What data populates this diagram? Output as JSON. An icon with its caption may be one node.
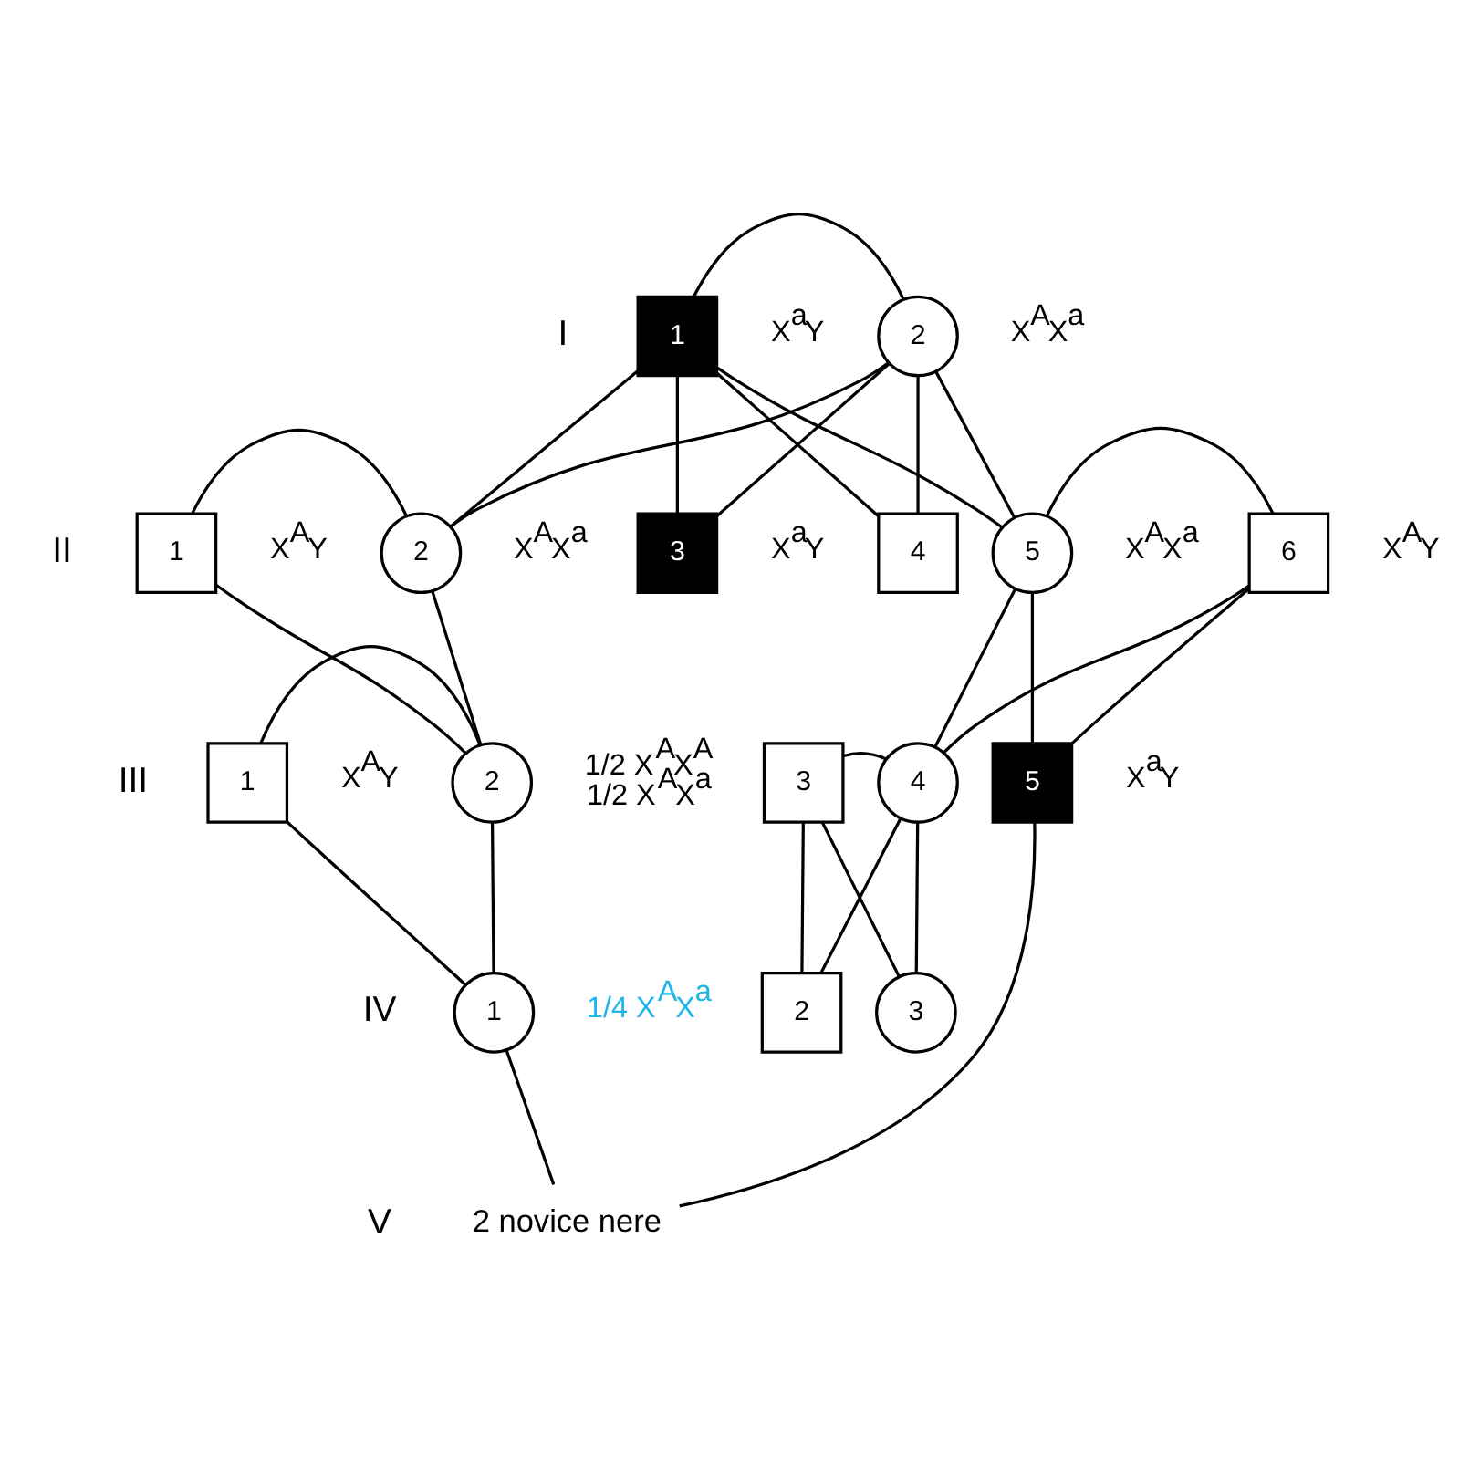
{
  "diagram": {
    "nodes": [
      {
        "text": [
          "1"
        ],
        "beside": [
          "X$^{a}$Y"
        ]
      },
      {
        "text": [
          "2"
        ],
        "beside": [
          "X$^{A}$X$^{a}$"
        ]
      },
      {
        "text": [
          "1"
        ],
        "beside": [
          "X$^{A}$Y"
        ]
      },
      {
        "text": [
          "2"
        ],
        "beside": [
          "X$^{A}$X$^{a}$"
        ]
      },
      {
        "text": [
          "3"
        ],
        "beside": [
          "X$^{a}$Y"
        ]
      },
      {
        "text": [
          "4"
        ]
      },
      {
        "text": [
          "5"
        ],
        "beside": [
          "X$^{A}$X$^{a}$"
        ]
      },
      {
        "text": [
          "6"
        ],
        "beside": [
          "X$^{A}$Y"
        ]
      },
      {
        "text": [
          "1"
        ],
        "beside": [
          "X$^{A}$Y"
        ]
      },
      {
        "text": [
          "2"
        ],
        "beside": [
          "1/2 X$^{A}$X$^{A}$",
          "1/2 X$^{A}$X$^{a}$"
        ]
      },
      {
        "text": [
          "3"
        ]
      },
      {
        "text": [
          "4"
        ]
      },
      {
        "text": [
          "5"
        ],
        "beside": [
          "X$^{a}$Y"
        ]
      },
      {
        "text": [
          "1"
        ],
        "beside": [
          "1/4 X$^{A}$X$^{a}$"
        ]
      },
      {
        "text": [
          "2"
        ]
      },
      {
        "text": [
          "3"
        ]
      },
      {
        "text": [
          "2 novice nere"
        ]
      }
    ],
    "edges": [
      {
        "from": 0,
        "to": 1,
        "arrow": "none"
      },
      {
        "from": 0,
        "to": 3,
        "arrow": "none"
      },
      {
        "from": 1,
        "to": 3,
        "arrow": "none"
      },
      {
        "from": 0,
        "to": 4,
        "arrow": "none"
      },
      {
        "from": 1,
        "to": 4,
        "arrow": "none"
      },
      {
        "from": 0,
        "to": 5,
        "arrow": "none"
      },
      {
        "from": 1,
        "to": 5,
        "arrow": "none"
      },
      {
        "from": 0,
        "to": 6,
        "arrow": "none"
      },
      {
        "from": 1,
        "to": 6,
        "arrow": "none"
      },
      {
        "from": 2,
        "to": 3,
        "arrow": "none"
      },
      {
        "from": 2,
        "to": 9,
        "arrow": "none"
      },
      {
        "from": 3,
        "to": 9,
        "arrow": "none"
      },
      {
        "from": 6,
        "to": 7,
        "arrow": "none"
      },
      {
        "from": 6,
        "to": 11,
        "arrow": "none"
      },
      {
        "from": 7,
        "to": 11,
        "arrow": "none"
      },
      {
        "from": 6,
        "to": 12,
        "arrow": "none"
      },
      {
        "from": 7,
        "to": 12,
        "arrow": "none"
      },
      {
        "from": 8,
        "to": 9,
        "arrow": "none"
      },
      {
        "from": 8,
        "to": 13,
        "arrow": "none"
      },
      {
        "from": 9,
        "to": 13,
        "arrow": "none"
      },
      {
        "from": 10,
        "to": 11,
        "arrow": "none"
      },
      {
        "from": 10,
        "to": 14,
        "arrow": "none"
      },
      {
        "from": 11,
        "to": 14,
        "arrow": "none"
      },
      {
        "from": 10,
        "to": 15,
        "arrow": "none"
      },
      {
        "from": 11,
        "to": 15,
        "arrow": "none"
      },
      {
        "from": 13,
        "to": 16,
        "arrow": "none"
      },
      {
        "from": 12,
        "to": 16,
        "arrow": "none"
      }
    ],
    "labels": [
      "I",
      "II",
      "III",
      "IV",
      "V"
    ]
  }
}
